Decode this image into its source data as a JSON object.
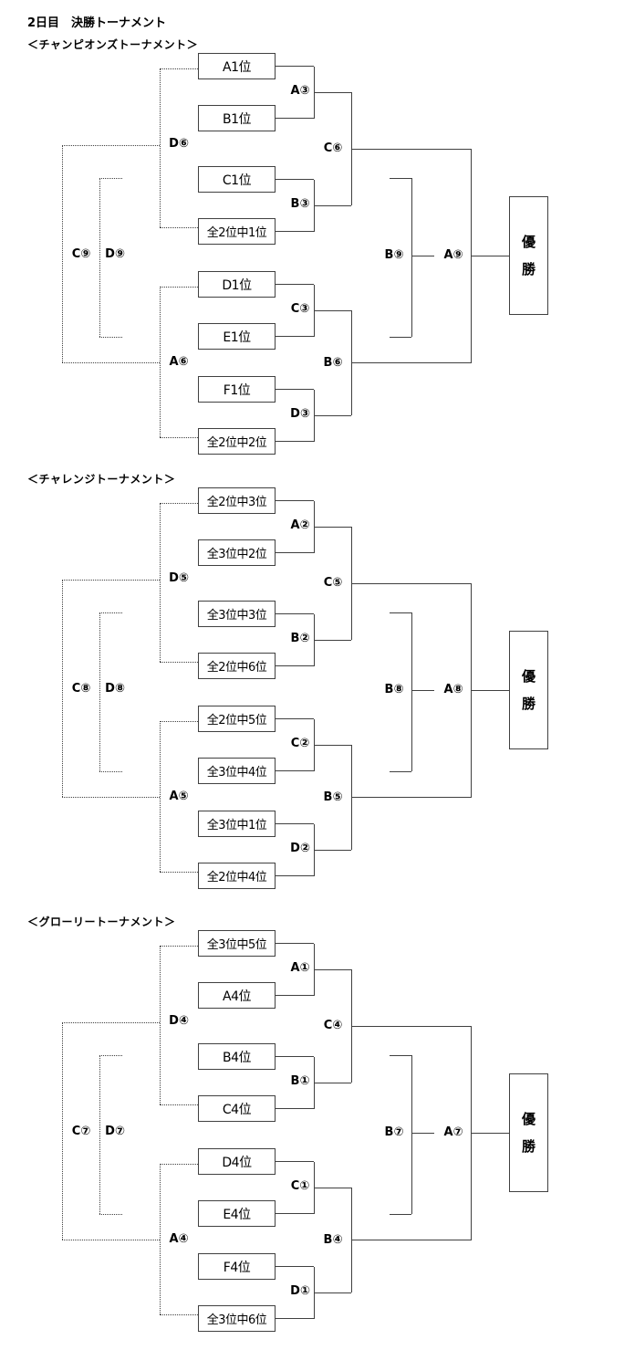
{
  "header": {
    "title": "2日目　決勝トーナメント"
  },
  "sections": [
    {
      "title": "＜チャンピオンズトーナメント＞",
      "teams": [
        "A1位",
        "B1位",
        "C1位",
        "全2位中1位",
        "D1位",
        "E1位",
        "F1位",
        "全2位中2位"
      ],
      "r1": [
        "A③",
        "B③",
        "C③",
        "D③"
      ],
      "r2": [
        "C⑥",
        "B⑥"
      ],
      "cons1": [
        "D⑥",
        "A⑥"
      ],
      "cons2": [
        "C⑨",
        "D⑨"
      ],
      "semi": "B⑨",
      "final": "A⑨",
      "winner": [
        "優",
        "勝"
      ]
    },
    {
      "title": "＜チャレンジトーナメント＞",
      "teams": [
        "全2位中3位",
        "全3位中2位",
        "全3位中3位",
        "全2位中6位",
        "全2位中5位",
        "全3位中4位",
        "全3位中1位",
        "全2位中4位"
      ],
      "r1": [
        "A②",
        "B②",
        "C②",
        "D②"
      ],
      "r2": [
        "C⑤",
        "B⑤"
      ],
      "cons1": [
        "D⑤",
        "A⑤"
      ],
      "cons2": [
        "C⑧",
        "D⑧"
      ],
      "semi": "B⑧",
      "final": "A⑧",
      "winner": [
        "優",
        "勝"
      ]
    },
    {
      "title": "＜グローリートーナメント＞",
      "teams": [
        "全3位中5位",
        "A4位",
        "B4位",
        "C4位",
        "D4位",
        "E4位",
        "F4位",
        "全3位中6位"
      ],
      "r1": [
        "A①",
        "B①",
        "C①",
        "D①"
      ],
      "r2": [
        "C④",
        "B④"
      ],
      "cons1": [
        "D④",
        "A④"
      ],
      "cons2": [
        "C⑦",
        "D⑦"
      ],
      "semi": "B⑦",
      "final": "A⑦",
      "winner": [
        "優",
        "勝"
      ]
    }
  ]
}
